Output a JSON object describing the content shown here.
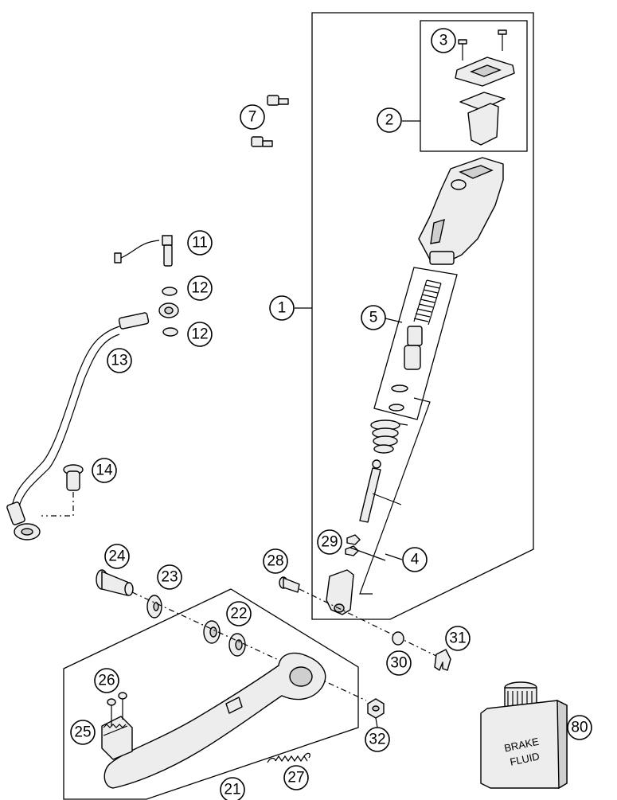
{
  "callouts": [
    {
      "id": "c1",
      "label": "1"
    },
    {
      "id": "c2",
      "label": "2"
    },
    {
      "id": "c3",
      "label": "3"
    },
    {
      "id": "c4",
      "label": "4"
    },
    {
      "id": "c5",
      "label": "5"
    },
    {
      "id": "c7",
      "label": "7"
    },
    {
      "id": "c11",
      "label": "11"
    },
    {
      "id": "c12a",
      "label": "12"
    },
    {
      "id": "c12b",
      "label": "12"
    },
    {
      "id": "c13",
      "label": "13"
    },
    {
      "id": "c14",
      "label": "14"
    },
    {
      "id": "c21",
      "label": "21"
    },
    {
      "id": "c22",
      "label": "22"
    },
    {
      "id": "c23",
      "label": "23"
    },
    {
      "id": "c24",
      "label": "24"
    },
    {
      "id": "c25",
      "label": "25"
    },
    {
      "id": "c26",
      "label": "26"
    },
    {
      "id": "c27",
      "label": "27"
    },
    {
      "id": "c28",
      "label": "28"
    },
    {
      "id": "c29",
      "label": "29"
    },
    {
      "id": "c30",
      "label": "30"
    },
    {
      "id": "c31",
      "label": "31"
    },
    {
      "id": "c32",
      "label": "32"
    },
    {
      "id": "c80",
      "label": "80"
    }
  ],
  "brake_fluid_label": {
    "line1": "BRAKE",
    "line2": "FLUID"
  }
}
